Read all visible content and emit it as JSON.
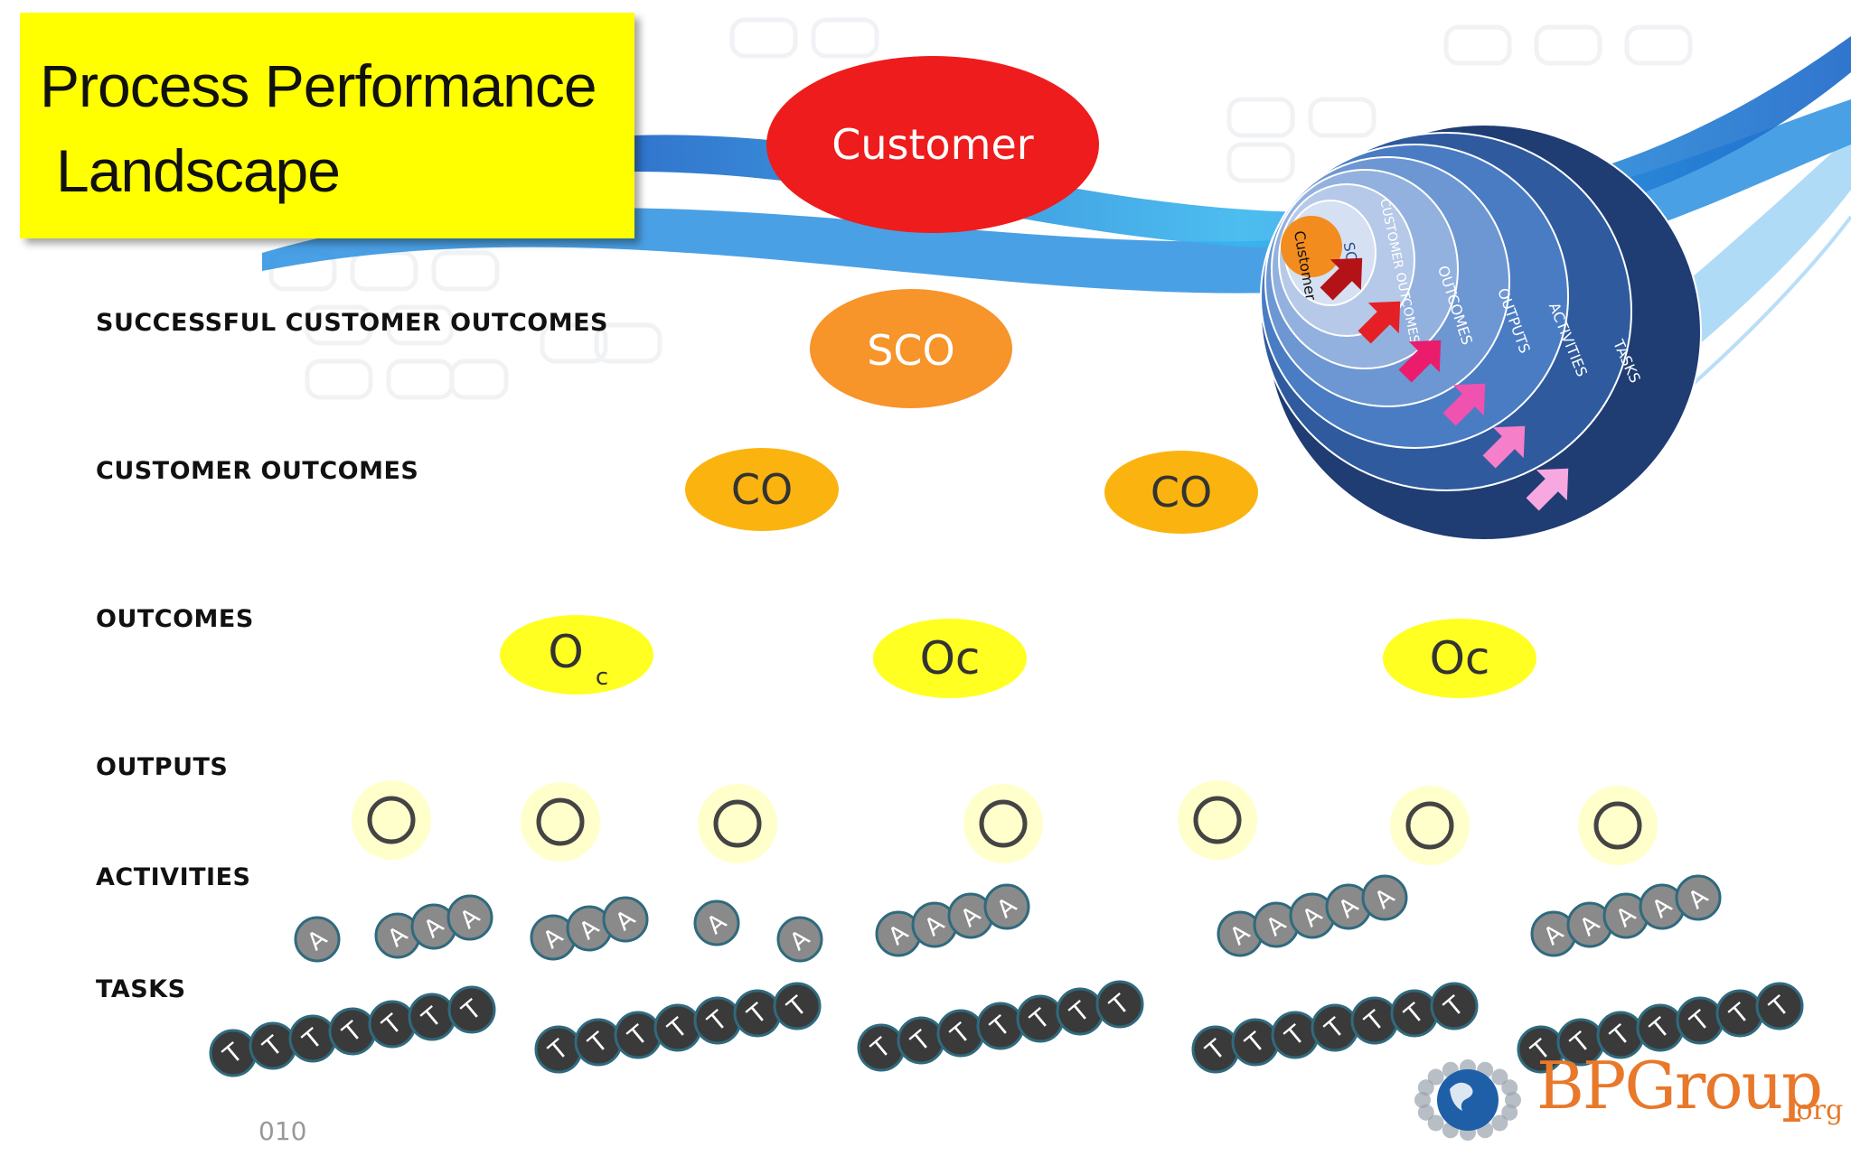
{
  "title": {
    "line1": "Process Performance",
    "line2": "Landscape"
  },
  "levels": {
    "sco": "SUCCESSFUL CUSTOMER OUTCOMES",
    "co": "CUSTOMER OUTCOMES",
    "outcomes": "OUTCOMES",
    "outputs": "OUTPUTS",
    "activities": "ACTIVITIES",
    "tasks": "TASKS"
  },
  "nodes": {
    "customer": "Customer",
    "sco": "SCO",
    "co": "CO",
    "oc_sub": {
      "main": "O",
      "sub": "c"
    },
    "oc": "Oc",
    "output": "O",
    "activity": "A",
    "task": "T"
  },
  "rings": [
    "Customer",
    "SCO",
    "CUSTOMER OUTCOMES",
    "OUTCOMES",
    "OUTPUTS",
    "ACTIVITIES",
    "TASKS"
  ],
  "footer": "010",
  "brand": {
    "main": "BPGroup",
    "suffix": ".org"
  },
  "colors": {
    "title_bg": "#ffff00",
    "customer": "#ee1c1c",
    "sco": "#f7942a",
    "co": "#fbb40f",
    "oc": "#ffff22",
    "output_halo": "#ffffcc",
    "activity": "#8a8a8a",
    "task": "#3a3a3a",
    "ring_dark": "#1f3c73",
    "brand": "#e8782a"
  }
}
